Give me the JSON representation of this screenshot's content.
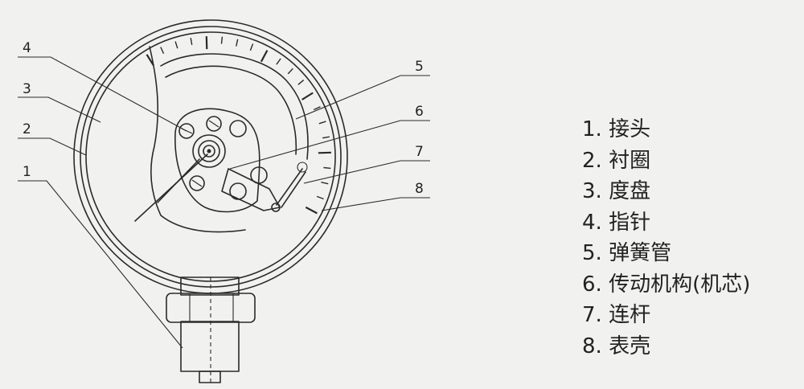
{
  "callouts": [
    "4",
    "3",
    "2",
    "1",
    "5",
    "6",
    "7",
    "8"
  ],
  "legend": [
    "1. 接头",
    "2. 衬圈",
    "3. 度盘",
    "4. 指针",
    "5. 弹簧管",
    "6. 传动机构(机芯)",
    "7. 连杆",
    "8. 表壳"
  ]
}
